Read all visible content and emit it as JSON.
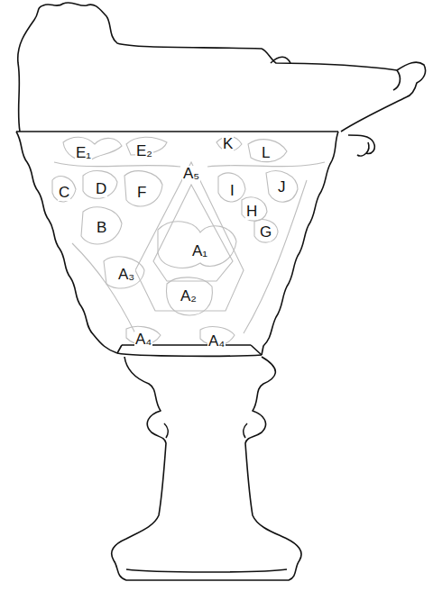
{
  "diagram": {
    "labels": [
      "E₁",
      "E₂",
      "K",
      "L",
      "C",
      "D",
      "F",
      "A₅",
      "I",
      "J",
      "H",
      "B",
      "G",
      "A₁",
      "A₃",
      "A₂",
      "A₄",
      "A₄"
    ]
  }
}
